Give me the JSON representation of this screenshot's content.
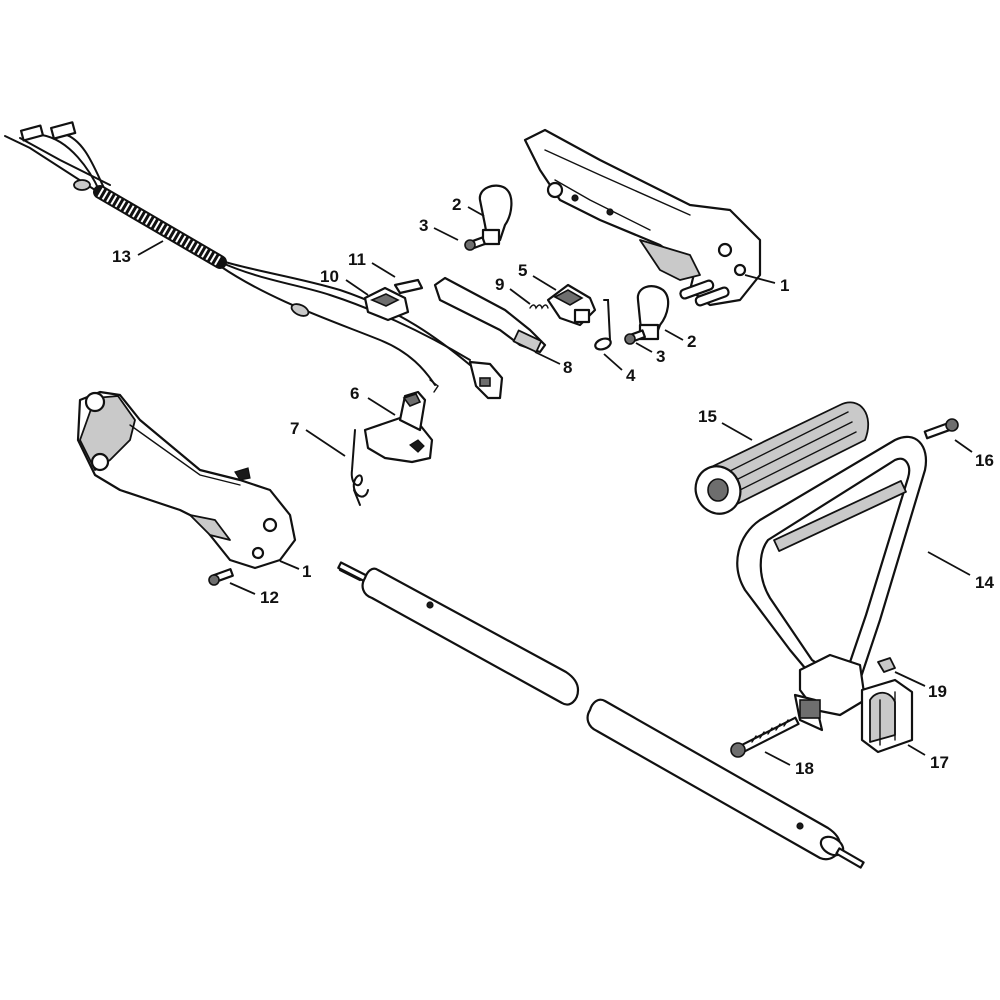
{
  "callouts": {
    "c1a": "1",
    "c1b": "1",
    "c2a": "2",
    "c2b": "2",
    "c3a": "3",
    "c3b": "3",
    "c4": "4",
    "c5": "5",
    "c6": "6",
    "c7": "7",
    "c8": "8",
    "c9": "9",
    "c10": "10",
    "c11": "11",
    "c12": "12",
    "c13": "13",
    "c14": "14",
    "c15": "15",
    "c16": "16",
    "c17": "17",
    "c18": "18",
    "c19": "19"
  }
}
